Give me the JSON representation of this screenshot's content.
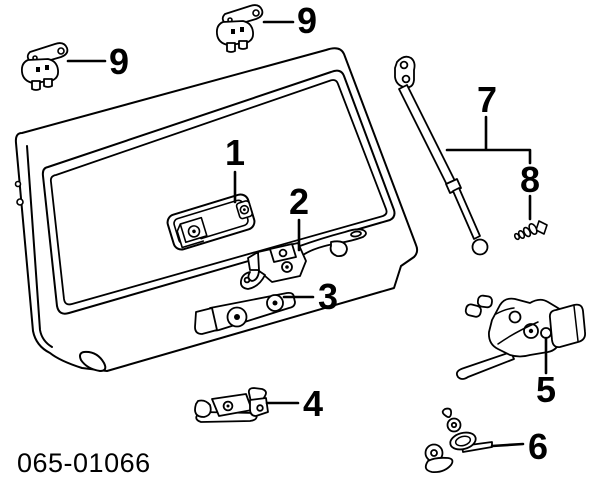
{
  "figure": {
    "catalog_code": "065-01066",
    "background_color": "#ffffff",
    "line_color": "#000000"
  },
  "callouts": {
    "c1": {
      "label": "1"
    },
    "c2": {
      "label": "2"
    },
    "c3": {
      "label": "3"
    },
    "c4": {
      "label": "4"
    },
    "c5": {
      "label": "5"
    },
    "c6": {
      "label": "6"
    },
    "c7": {
      "label": "7"
    },
    "c8": {
      "label": "8"
    },
    "c9_left": {
      "label": "9"
    },
    "c9_top": {
      "label": "9"
    }
  }
}
